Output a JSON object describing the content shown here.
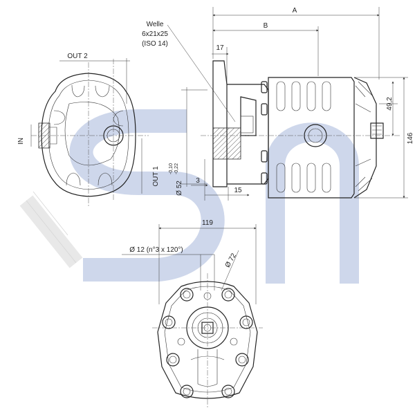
{
  "labels": {
    "a": "A",
    "b": "B",
    "welle_line1": "Welle",
    "welle_line2": "6x21x25",
    "welle_line3": "(ISO 14)",
    "d17": "17",
    "out2": "OUT 2",
    "in": "IN",
    "out1": "OUT 1",
    "dia52": "Ø 52",
    "tol_upper": "-0,10",
    "tol_lower": "-0,22",
    "d3": "3",
    "d15": "15",
    "d49": "49,2",
    "d146": "146",
    "d119": "119",
    "holes": "Ø 12 (n°3 x 120°)",
    "dia72": "Ø 72"
  },
  "watermark": {
    "colors": {
      "blue": "#2a3a8c",
      "light_blue": "#c9d3e9",
      "grey": "#e6e6e6"
    }
  },
  "colors": {
    "line": "#222222",
    "background": "#ffffff"
  }
}
